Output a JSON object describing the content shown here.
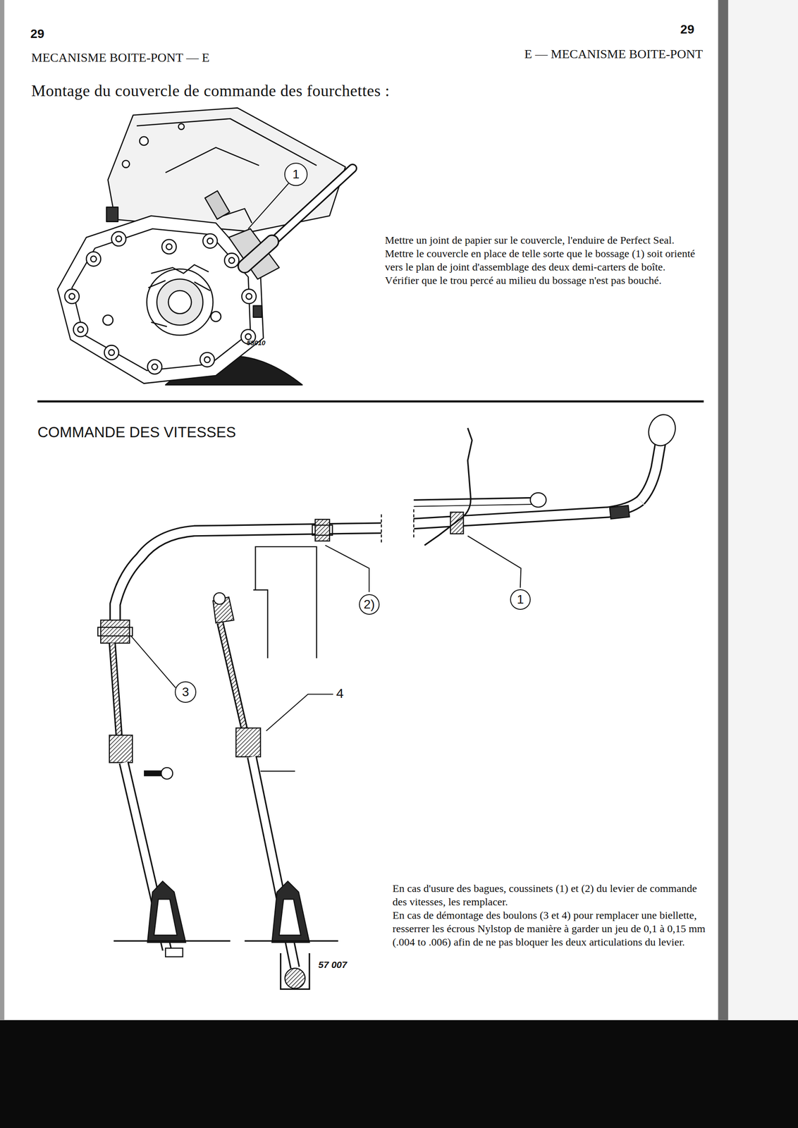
{
  "diagram": {
    "title": "Montage du couvercle de commande des fourchettes :",
    "nodes": [
      {
        "text": [
          "1"
        ]
      },
      {
        "text": [
          "1"
        ]
      },
      {
        "text": [
          "2)"
        ]
      },
      {
        "text": [
          "3"
        ]
      }
    ],
    "labels": [
      "29",
      "29",
      "MECANISME BOITE-PONT — E",
      "E — MECANISME BOITE-PONT",
      "Mettre un joint de papier sur le couvercle, l'enduire de Perfect Seal.",
      "Mettre le couvercle en place de telle sorte que le bossage (1) soit orienté vers le plan de joint d'assemblage des deux demi-carters de boîte.",
      "Vérifier que le trou percé au milieu du bossage n'est pas bouché.",
      "58010",
      "COMMANDE DES VITESSES",
      "4",
      "En cas d'usure des bagues, coussinets (1) et (2) du levier de commande des vitesses, les remplacer.",
      "En cas de démontage des boulons (3 et 4) pour remplacer une biellette, resserrer les écrous Nylstop de manière à garder un jeu de 0,1 à 0,15 mm (.004 to .006) afin de ne pas bloquer les deux articulations du levier.",
      "57 007"
    ]
  }
}
